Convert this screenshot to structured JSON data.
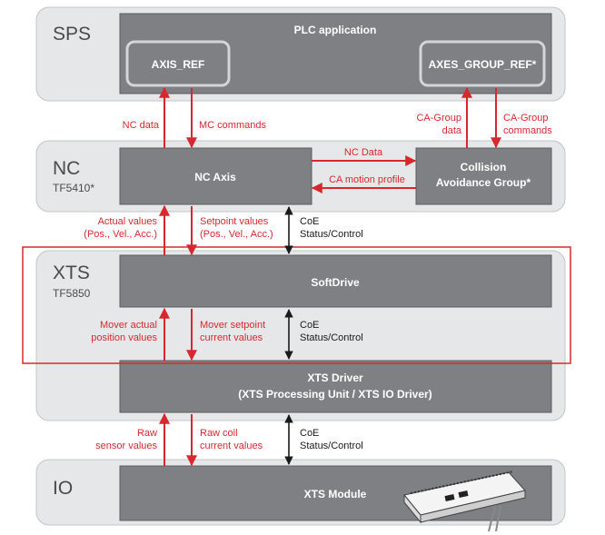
{
  "layers": {
    "sps": {
      "label": "SPS"
    },
    "nc": {
      "label": "NC",
      "sublabel": "TF5410*"
    },
    "xts": {
      "label": "XTS",
      "sublabel": "TF5850"
    },
    "io": {
      "label": "IO"
    }
  },
  "boxes": {
    "plc_application": "PLC application",
    "axis_ref": "AXIS_REF",
    "axes_group_ref": "AXES_GROUP_REF*",
    "nc_axis": "NC Axis",
    "collision_avoidance": [
      "Collision",
      "Avoidance Group*"
    ],
    "softdrive": "SoftDrive",
    "xts_driver": [
      "XTS Driver",
      "(XTS Processing Unit / XTS IO Driver)"
    ],
    "xts_module": "XTS Module"
  },
  "arrow_labels": {
    "nc_data": "NC data",
    "mc_commands": "MC commands",
    "ca_group_data": [
      "CA-Group",
      "data"
    ],
    "ca_group_commands": [
      "CA-Group",
      "commands"
    ],
    "nc_data_horizontal": "NC Data",
    "ca_motion_profile": "CA motion profile",
    "actual_values": [
      "Actual values",
      "(Pos., Vel., Acc.)"
    ],
    "setpoint_values": [
      "Setpoint values",
      "(Pos., Vel., Acc.)"
    ],
    "coe_1": [
      "CoE",
      "Status/Control"
    ],
    "mover_actual": [
      "Mover actual",
      "position values"
    ],
    "mover_setpoint": [
      "Mover setpoint",
      "current values"
    ],
    "coe_2": [
      "CoE",
      "Status/Control"
    ],
    "raw_sensor": [
      "Raw",
      "sensor values"
    ],
    "raw_coil": [
      "Raw coil",
      "current values"
    ],
    "coe_3": [
      "CoE",
      "Status/Control"
    ]
  },
  "colors": {
    "layer_bg": "#e6e7e9",
    "layer_border": "#c2c4c7",
    "box_fill": "#7e8083",
    "box_border": "#5a5c5e",
    "arrow_red": "#d7282f",
    "arrow_black": "#1a1a1a",
    "label_red": "#d7282f",
    "highlight_border": "#d7282f"
  }
}
